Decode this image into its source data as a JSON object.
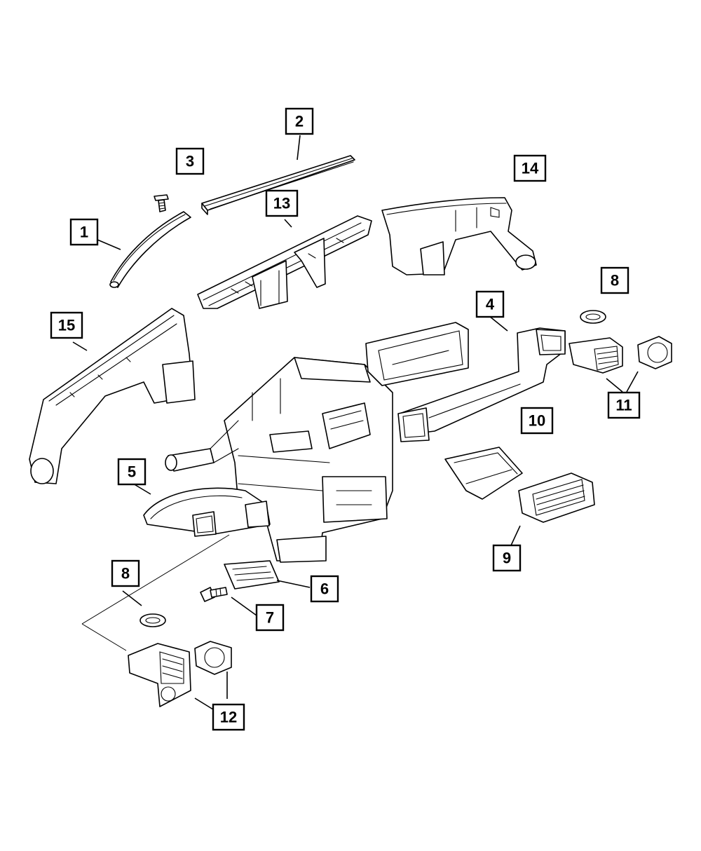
{
  "diagram": {
    "callouts": [
      {
        "id": "c1",
        "label": "1"
      },
      {
        "id": "c2",
        "label": "2"
      },
      {
        "id": "c3",
        "label": "3"
      },
      {
        "id": "c4",
        "label": "4"
      },
      {
        "id": "c5",
        "label": "5"
      },
      {
        "id": "c6",
        "label": "6"
      },
      {
        "id": "c7",
        "label": "7"
      },
      {
        "id": "c8a",
        "label": "8"
      },
      {
        "id": "c8b",
        "label": "8"
      },
      {
        "id": "c9",
        "label": "9"
      },
      {
        "id": "c10",
        "label": "10"
      },
      {
        "id": "c11",
        "label": "11"
      },
      {
        "id": "c12",
        "label": "12"
      },
      {
        "id": "c13",
        "label": "13"
      },
      {
        "id": "c14",
        "label": "14"
      },
      {
        "id": "c15",
        "label": "15"
      }
    ],
    "colors": {
      "ink": "#000000",
      "paper": "#ffffff"
    }
  }
}
